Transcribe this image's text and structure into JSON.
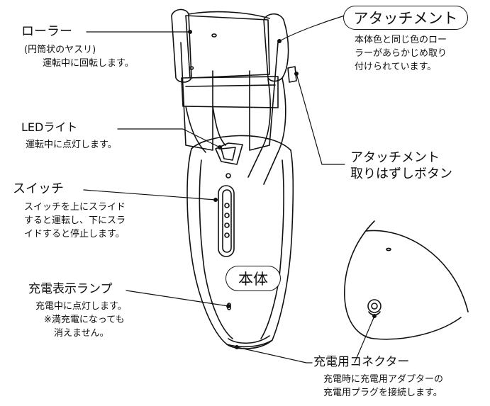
{
  "labels": {
    "roller": {
      "title": "ローラー",
      "lines": [
        "(円筒状のヤスリ)",
        "運転中に回転します。"
      ]
    },
    "attachment": {
      "title": "アタッチメント",
      "lines": [
        "本体色と同じ色のロー",
        "ラーがあらかじめ取り",
        "付けられています。"
      ]
    },
    "led": {
      "title": "LEDライト",
      "lines": [
        "運転中に点灯します。"
      ]
    },
    "release": {
      "lines": [
        "アタッチメント",
        "取りはずしボタン"
      ]
    },
    "switch": {
      "title": "スイッチ",
      "lines": [
        "スイッチを上にスライド",
        "すると運転し、下にスラ",
        "イドすると停止します。"
      ]
    },
    "body": {
      "title": "本体"
    },
    "lamp": {
      "title": "充電表示ランプ",
      "lines": [
        "充電中に点灯します。",
        "※満充電になっても",
        "消えません。"
      ]
    },
    "connector": {
      "title": "充電用コネクター",
      "lines": [
        "充電時に充電用アダプターの",
        "充電用プラグを接続します。"
      ]
    }
  }
}
